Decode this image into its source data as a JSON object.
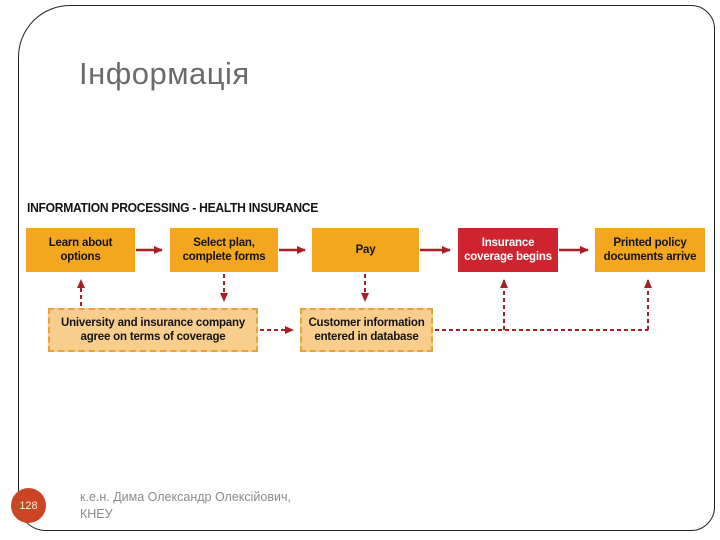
{
  "slide": {
    "title": "Інформація",
    "page_number": "128",
    "footer_line1": "к.е.н. Дима Олександр Олексійович,",
    "footer_line2": "КНЕУ"
  },
  "diagram": {
    "heading": "INFORMATION PROCESSING - HEALTH INSURANCE",
    "process_steps": [
      {
        "label": "Learn about options",
        "type": "primary"
      },
      {
        "label": "Select plan, complete forms",
        "type": "primary"
      },
      {
        "label": "Pay",
        "type": "primary"
      },
      {
        "label": "Insurance coverage begins",
        "type": "highlight"
      },
      {
        "label": "Printed policy documents arrive",
        "type": "primary"
      }
    ],
    "support_steps": [
      {
        "label": "University and insurance company agree on terms of coverage"
      },
      {
        "label": "Customer information entered in database"
      }
    ],
    "colors": {
      "step_fill": "#F2A71E",
      "highlight_fill": "#CE2430",
      "support_fill": "#F9CE8D",
      "support_border": "#E8A23B",
      "arrow": "#A81F25"
    }
  }
}
